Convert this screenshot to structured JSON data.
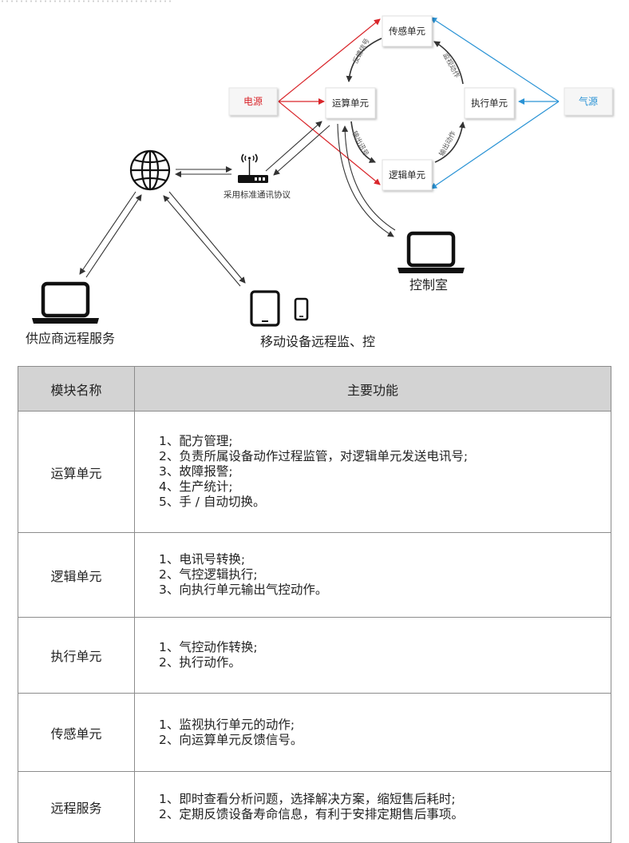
{
  "diagram": {
    "nodes": {
      "power": "电源",
      "air": "气源",
      "compute": "运算单元",
      "sensor": "传感单元",
      "logic": "逻辑单元",
      "exec": "执行单元"
    },
    "edge_labels": {
      "feedback": "反馈信号",
      "monitor": "监视动作",
      "output_signal": "输出讯号",
      "output_action": "输出动作"
    },
    "router_label": "采用标准通讯协议",
    "control_room": "控制室",
    "supplier": "供应商远程服务",
    "mobile": "移动设备远程监、控"
  },
  "table": {
    "header": {
      "col1": "模块名称",
      "col2": "主要功能"
    },
    "rows": [
      {
        "name": "运算单元",
        "items": [
          "1、配方管理;",
          "2、负责所属设备动作过程监管，对逻辑单元发送电讯号;",
          "3、故障报警;",
          "4、生产统计;",
          "5、手 / 自动切换。"
        ]
      },
      {
        "name": "逻辑单元",
        "items": [
          "1、电讯号转换;",
          "2、气控逻辑执行;",
          "3、向执行单元输出气控动作。"
        ]
      },
      {
        "name": "执行单元",
        "items": [
          "1、气控动作转换;",
          "2、执行动作。"
        ]
      },
      {
        "name": "传感单元",
        "items": [
          "1、监视执行单元的动作;",
          "2、向运算单元反馈信号。"
        ]
      },
      {
        "name": "远程服务",
        "items": [
          "1、即时查看分析问题，选择解决方案，缩短售后耗时;",
          "2、定期反馈设备寿命信息，有利于安排定期售后事项。"
        ]
      }
    ]
  },
  "colors": {
    "red": "#d9262b",
    "blue": "#2a93d5",
    "dark": "#333333"
  }
}
